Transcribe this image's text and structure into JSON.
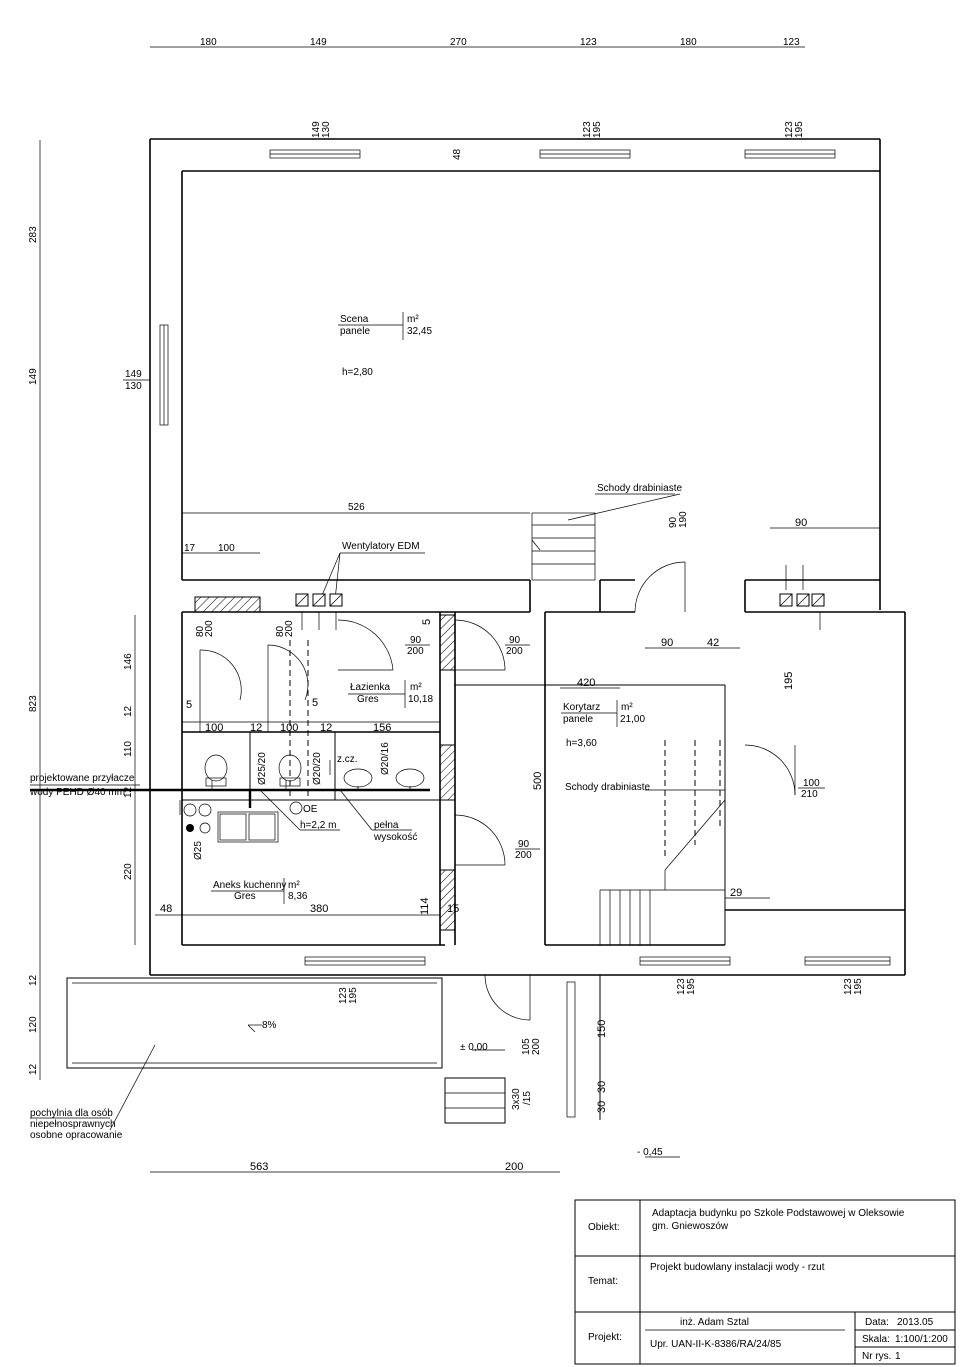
{
  "top_dims": [
    "180",
    "149",
    "270",
    "123",
    "180",
    "123"
  ],
  "bottom_dims": [
    "563",
    "200"
  ],
  "left_dims": [
    "283",
    "149",
    "823",
    "12",
    "120",
    "12"
  ],
  "left_inner_dims": [
    "146",
    "12",
    "110",
    "12",
    "220"
  ],
  "window_labels": {
    "w1": [
      "149",
      "130"
    ],
    "w2": [
      "123",
      "195"
    ],
    "w3": [
      "123",
      "195"
    ],
    "w_left": [
      "149",
      "130"
    ],
    "w_b1": [
      "123",
      "195"
    ],
    "w_b2": [
      "123",
      "195"
    ],
    "w_b3": [
      "123",
      "195"
    ],
    "w_stage": [
      "90",
      "190"
    ]
  },
  "rooms": {
    "scena": {
      "name": "Scena",
      "floor": "panele",
      "unit": "m²",
      "area": "32,45",
      "height": "h=2,80"
    },
    "lazienka": {
      "name": "Łazienka",
      "floor": "Gres",
      "unit": "m²",
      "area": "10,18"
    },
    "korytarz": {
      "name": "Korytarz",
      "floor": "panele",
      "unit": "m²",
      "area": "21,00",
      "height": "h=3,60"
    },
    "aneks": {
      "name": "Aneks kuchenny",
      "floor": "Gres",
      "unit": "m²",
      "area": "8,36"
    }
  },
  "labels": {
    "wentylatory": "Wentylatory EDM",
    "schody1": "Schody drabiniaste",
    "schody2": "Schody drabiniaste",
    "przylacze_1": "projektowane przyłacze",
    "przylacze_2": "wody PEHD Ø40 mm",
    "pochylnia_1": "pochylnia dla osób",
    "pochylnia_2": "niepełnosprawnych",
    "pochylnia_2b": "osobne opracowanie",
    "pelna_1": "pełna",
    "pelna_2": "wysokość",
    "zcz": "z.cz.",
    "oe": "OE",
    "h22": "h=2,2 m",
    "pct": "8%",
    "lvl0": "± 0,00",
    "lvl045": "- 0,45",
    "stairs_out": "3x30",
    "stairs_out2": "/15"
  },
  "dims": {
    "d526": "526",
    "d17": "17",
    "d100a": "100",
    "d90r": "90",
    "d90b": "90",
    "d42": "42",
    "d195": "195",
    "d420": "420",
    "d500": "500",
    "d100b": "100",
    "d12a": "12",
    "d100c": "100",
    "d12b": "12",
    "d156": "156",
    "d5a": "5",
    "d5b": "5",
    "d5c": "5",
    "d48": "48",
    "d380": "380",
    "d114": "114",
    "d15": "15",
    "d29": "29",
    "d48top": "48",
    "d150": "150",
    "d30a": "30",
    "d30b": "30",
    "dd1": [
      "80",
      "200"
    ],
    "dd2": [
      "80",
      "200"
    ],
    "dd3": [
      "90",
      "200"
    ],
    "dd4": [
      "90",
      "200"
    ],
    "dd5": [
      "90",
      "200"
    ],
    "dd6": [
      "100",
      "210"
    ],
    "dd7": [
      "105",
      "200"
    ],
    "pipes": [
      "Ø25/20",
      "Ø20/20",
      "Ø20/16",
      "Ø25"
    ]
  },
  "title_block": {
    "obiekt_label": "Obiekt:",
    "obiekt_1": "Adaptacja budynku po Szkole Podstawowej w Oleksowie",
    "obiekt_2": "gm. Gniewoszów",
    "temat_label": "Temat:",
    "temat": "Projekt budowlany instalacji wody - rzut",
    "projekt_label": "Projekt:",
    "author": "inż. Adam Sztal",
    "upr": "Upr. UAN-II-K-8386/RA/24/85",
    "data_label": "Data:",
    "data": "2013.05",
    "skala_label": "Skala:",
    "skala": "1:100/1:200",
    "nr_label": "Nr rys.",
    "nr": "1"
  }
}
